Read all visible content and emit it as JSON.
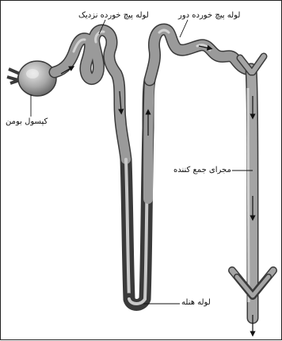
{
  "labels": {
    "proximal_tubule": "لوله پیچ خورده نزدیک",
    "distal_tubule": "لوله پیچ خورده دور",
    "bowman_capsule": "کپسول بومن",
    "collecting_duct": "مجرای جمع کننده",
    "loop_of_henle": "لوله هنله"
  },
  "colors": {
    "tube_fill": "#9a9a9a",
    "tube_outline": "#3a3a3a",
    "highlight": "#d2d2d2",
    "arrow": "#111111"
  }
}
